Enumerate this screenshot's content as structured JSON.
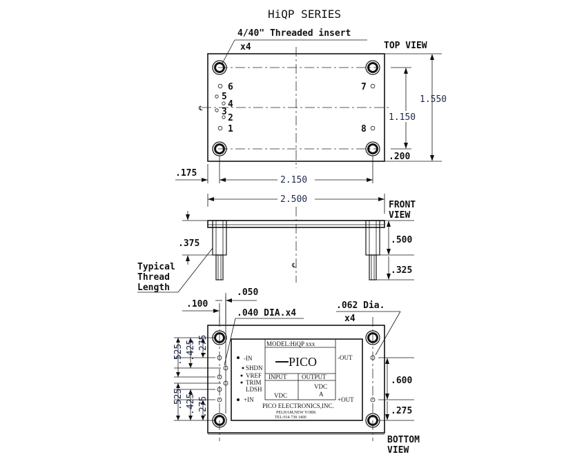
{
  "title": "HiQP SERIES",
  "top_view": {
    "view_label": "TOP VIEW",
    "insert_label": "4/40\" Threaded insert",
    "insert_qty": "x4",
    "pins_left": [
      "6",
      "5",
      "4",
      "3",
      "2",
      "1"
    ],
    "pins_right": [
      "7",
      "8"
    ],
    "dim_height": "1.550",
    "dim_inner_height": "1.150",
    "dim_bottom_offset": ".200",
    "dim_left_offset": ".175",
    "dim_hole_spacing": "2.150",
    "centerline_symbol": "℄"
  },
  "front_view": {
    "view_label_1": "FRONT",
    "view_label_2": "VIEW",
    "dim_width": "2.500",
    "dim_body_height": ".500",
    "dim_pin_length": ".325",
    "dim_thread": ".375",
    "thread_note": [
      "Typical",
      "Thread",
      "Length"
    ],
    "centerline_symbol": "℄"
  },
  "bottom_view": {
    "view_label_1": "BOTTOM",
    "view_label_2": "VIEW",
    "dim_pin_offset": ".050",
    "dim_pin_row": ".100",
    "pin_dia": ".040 DIA.x4",
    "hole_dia": ".062 Dia.",
    "hole_qty": "x4",
    "dim_left_upper_outer": ".525",
    "dim_left_upper_inner": ".425",
    "dim_left_upper_edge": ".275",
    "dim_left_lower_outer": ".525",
    "dim_left_lower_inner": ".425",
    "dim_left_lower_edge": ".275",
    "dim_right_spacing": ".600",
    "dim_right_edge": ".275",
    "left_pins": [
      "-IN",
      "SHDN",
      "VREF",
      "TRIM",
      "LDSH",
      "+IN"
    ],
    "right_pins": [
      "-OUT",
      "+OUT"
    ],
    "label_model": "MODEL:HiQP xxx",
    "label_brand": "PICO",
    "label_input": "INPUT",
    "label_output": "OUTPUT",
    "label_vdc_in": "VDC",
    "label_vdc_out": "VDC",
    "label_amps": "A",
    "company": "PICO ELECTRONICS,INC.",
    "city": "PELHAM,NEW YORK",
    "phone": "TEL:914 738 1400"
  }
}
